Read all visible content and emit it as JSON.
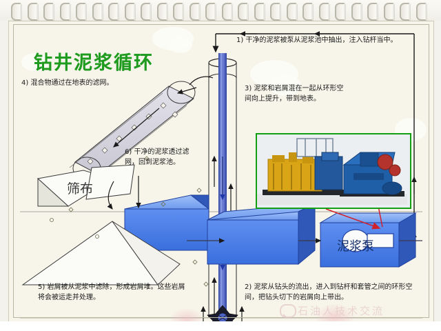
{
  "page": {
    "background_color": "#f3f2ec",
    "slide_background": "#f7f5ea"
  },
  "binding": {
    "name": "spiral-notebook-binding",
    "ring_count": 26
  },
  "title": {
    "text": "钻井泥浆循环",
    "color": "#1f9b1f"
  },
  "callouts": [
    {
      "id": "step1",
      "number": "1)",
      "text": "1) 干净的泥浆被泵从泥浆池中抽出，注入钻杆当中。"
    },
    {
      "id": "step2",
      "number": "2)",
      "text": "2) 泥浆从钻头的流出，进入到钻杆和套管之间的环形空间，把钻头切下的岩屑向上带出。"
    },
    {
      "id": "step3",
      "number": "3)",
      "text": "3) 泥浆和岩屑混在一起从环形空间向上提升，带到地表。"
    },
    {
      "id": "step4",
      "number": "4)",
      "text": "4) 混合物通过在地表的滤网。"
    },
    {
      "id": "step5",
      "number": "5)",
      "text": "5) 岩屑被从泥浆中滤除，形成岩屑堆。这些岩屑将会被运走并处理。"
    },
    {
      "id": "step6",
      "number": "6)",
      "text": "6) 干净的泥浆透过滤网，回到泥浆池。"
    }
  ],
  "labels": {
    "screen_cloth": "筛布",
    "mud_pump": "泥浆泵"
  },
  "photo": {
    "name": "mud-pump-photograph",
    "border_color": "#12a012",
    "engine_color": "#e0a418",
    "pump_color": "#1f5fa8"
  },
  "colors": {
    "tank_front": "#4a7fe8",
    "tank_top": "#7ba4f2",
    "tank_side": "#2f58b8",
    "drill_pipe": "#6b7fd7",
    "arrow": "#1a1a1a",
    "red_arrow": "#d0212b",
    "title_green": "#1f9b1f"
  },
  "watermark": {
    "text": "石油人技术交流",
    "icon": "wechat-icon"
  }
}
